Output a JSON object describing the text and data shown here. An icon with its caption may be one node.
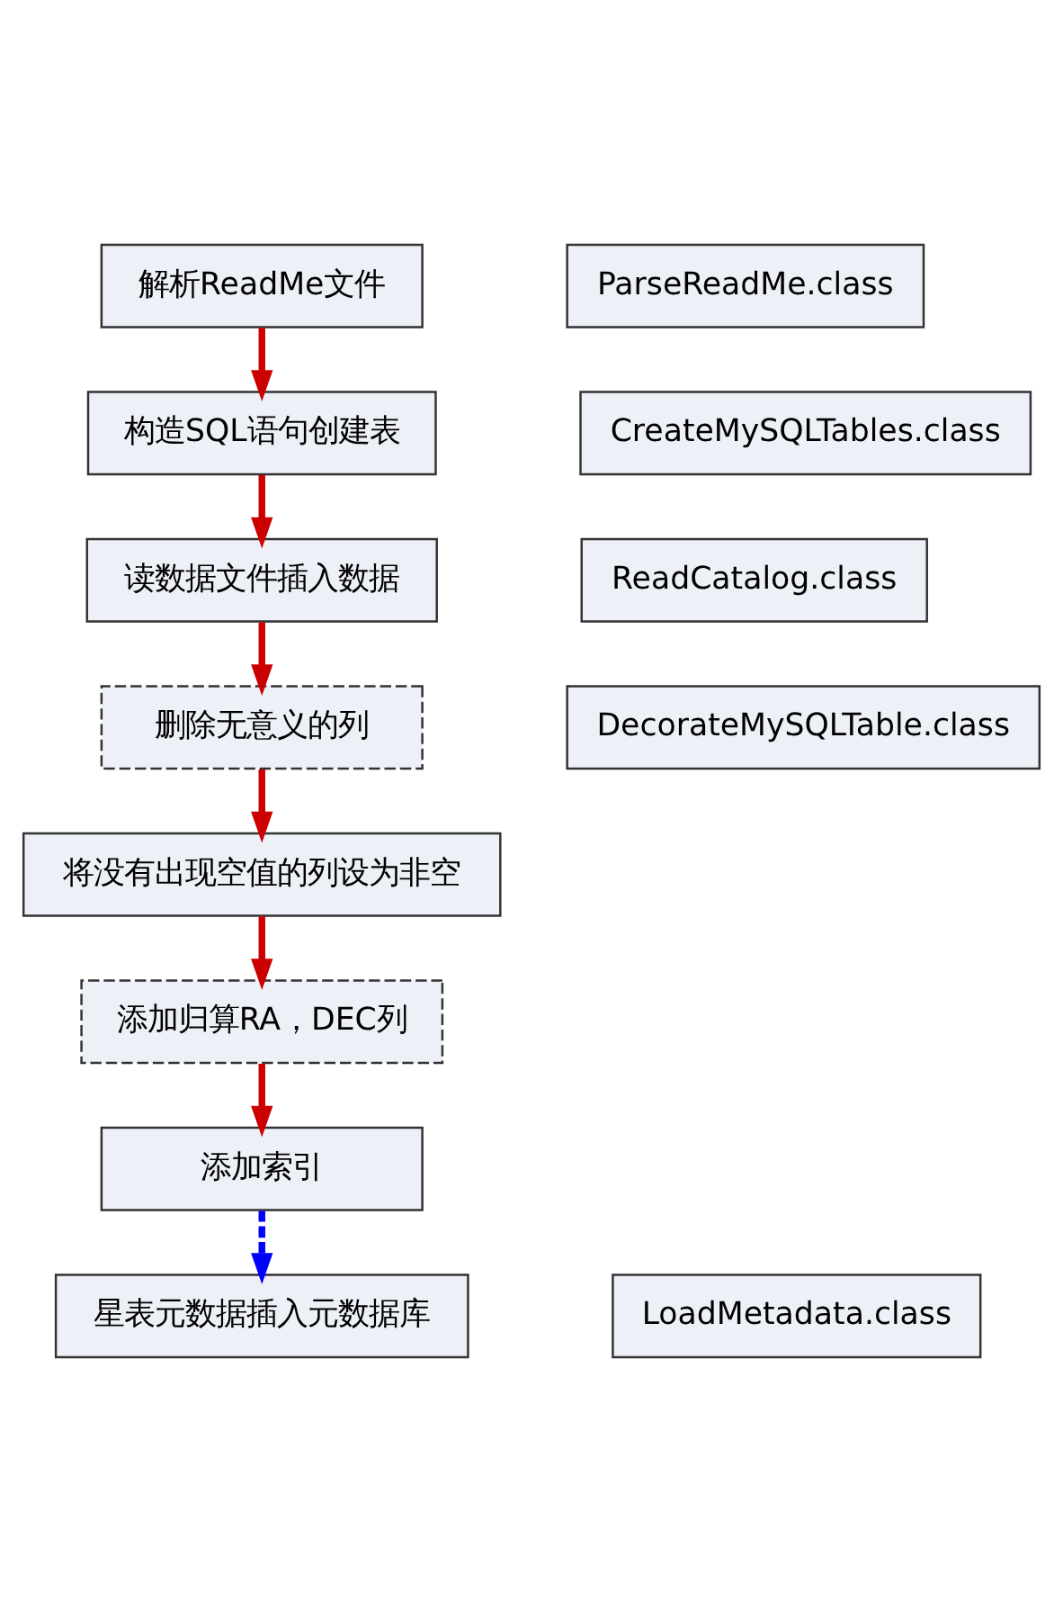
{
  "diagram": {
    "nodes": [
      {
        "text": [
          "解析ReadMe文件"
        ]
      },
      {
        "text": [
          "ParseReadMe.class"
        ]
      },
      {
        "text": [
          "构造SQL语句创建表"
        ]
      },
      {
        "text": [
          "CreateMySQLTables.class"
        ]
      },
      {
        "text": [
          "读数据文件插入数据"
        ]
      },
      {
        "text": [
          "ReadCatalog.class"
        ]
      },
      {
        "text": [
          "删除无意义的列"
        ]
      },
      {
        "text": [
          "DecorateMySQLTable.class"
        ]
      },
      {
        "text": [
          "将没有出现空值的列设为非空"
        ]
      },
      {
        "text": [
          "添加归算RA，DEC列"
        ]
      },
      {
        "text": [
          "添加索引"
        ]
      },
      {
        "text": [
          "星表元数据插入元数据库"
        ]
      },
      {
        "text": [
          "LoadMetadata.class"
        ]
      }
    ],
    "edges": [
      {
        "from": 0,
        "to": 2,
        "arrow": "to"
      },
      {
        "from": 2,
        "to": 4,
        "arrow": "to"
      },
      {
        "from": 4,
        "to": 6,
        "arrow": "to"
      },
      {
        "from": 6,
        "to": 8,
        "arrow": "to"
      },
      {
        "from": 8,
        "to": 9,
        "arrow": "to"
      },
      {
        "from": 9,
        "to": 10,
        "arrow": "to"
      },
      {
        "from": 10,
        "to": 11,
        "arrow": "to",
        "style": "dashed",
        "color": "#0000ff"
      }
    ]
  }
}
